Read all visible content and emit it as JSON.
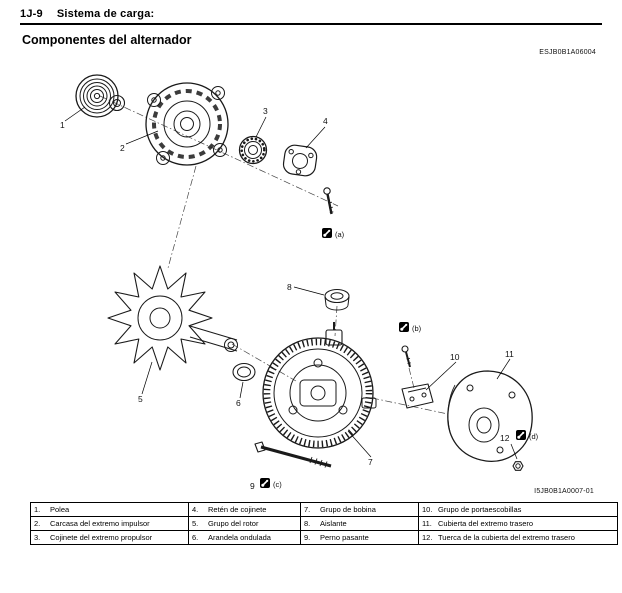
{
  "header": {
    "code": "1J-9",
    "section": "Sistema de carga:"
  },
  "title": "Componentes del alternador",
  "figure": {
    "code_top": "ESJB0B1A06004",
    "code_bottom": "I5JB0B1A0007-01",
    "callouts": [
      "1",
      "2",
      "3",
      "4",
      "5",
      "6",
      "7",
      "8",
      "9",
      "10",
      "11",
      "12"
    ],
    "torques": [
      "(a)",
      "(b)",
      "(c)",
      "(d)"
    ]
  },
  "parts_table": {
    "rows": [
      [
        {
          "num": "1.",
          "name": "Polea"
        },
        {
          "num": "4.",
          "name": "Retén de cojinete"
        },
        {
          "num": "7.",
          "name": "Grupo de bobina"
        },
        {
          "num": "10.",
          "name": "Grupo de portaescobillas"
        }
      ],
      [
        {
          "num": "2.",
          "name": "Carcasa del extremo impulsor"
        },
        {
          "num": "5.",
          "name": "Grupo del rotor"
        },
        {
          "num": "8.",
          "name": "Aislante"
        },
        {
          "num": "11.",
          "name": "Cubierta del extremo trasero"
        }
      ],
      [
        {
          "num": "3.",
          "name": "Cojinete del extremo propulsor"
        },
        {
          "num": "6.",
          "name": "Arandela ondulada"
        },
        {
          "num": "9.",
          "name": "Perno pasante"
        },
        {
          "num": "12.",
          "name": "Tuerca de la cubierta del extremo trasero"
        }
      ]
    ]
  }
}
